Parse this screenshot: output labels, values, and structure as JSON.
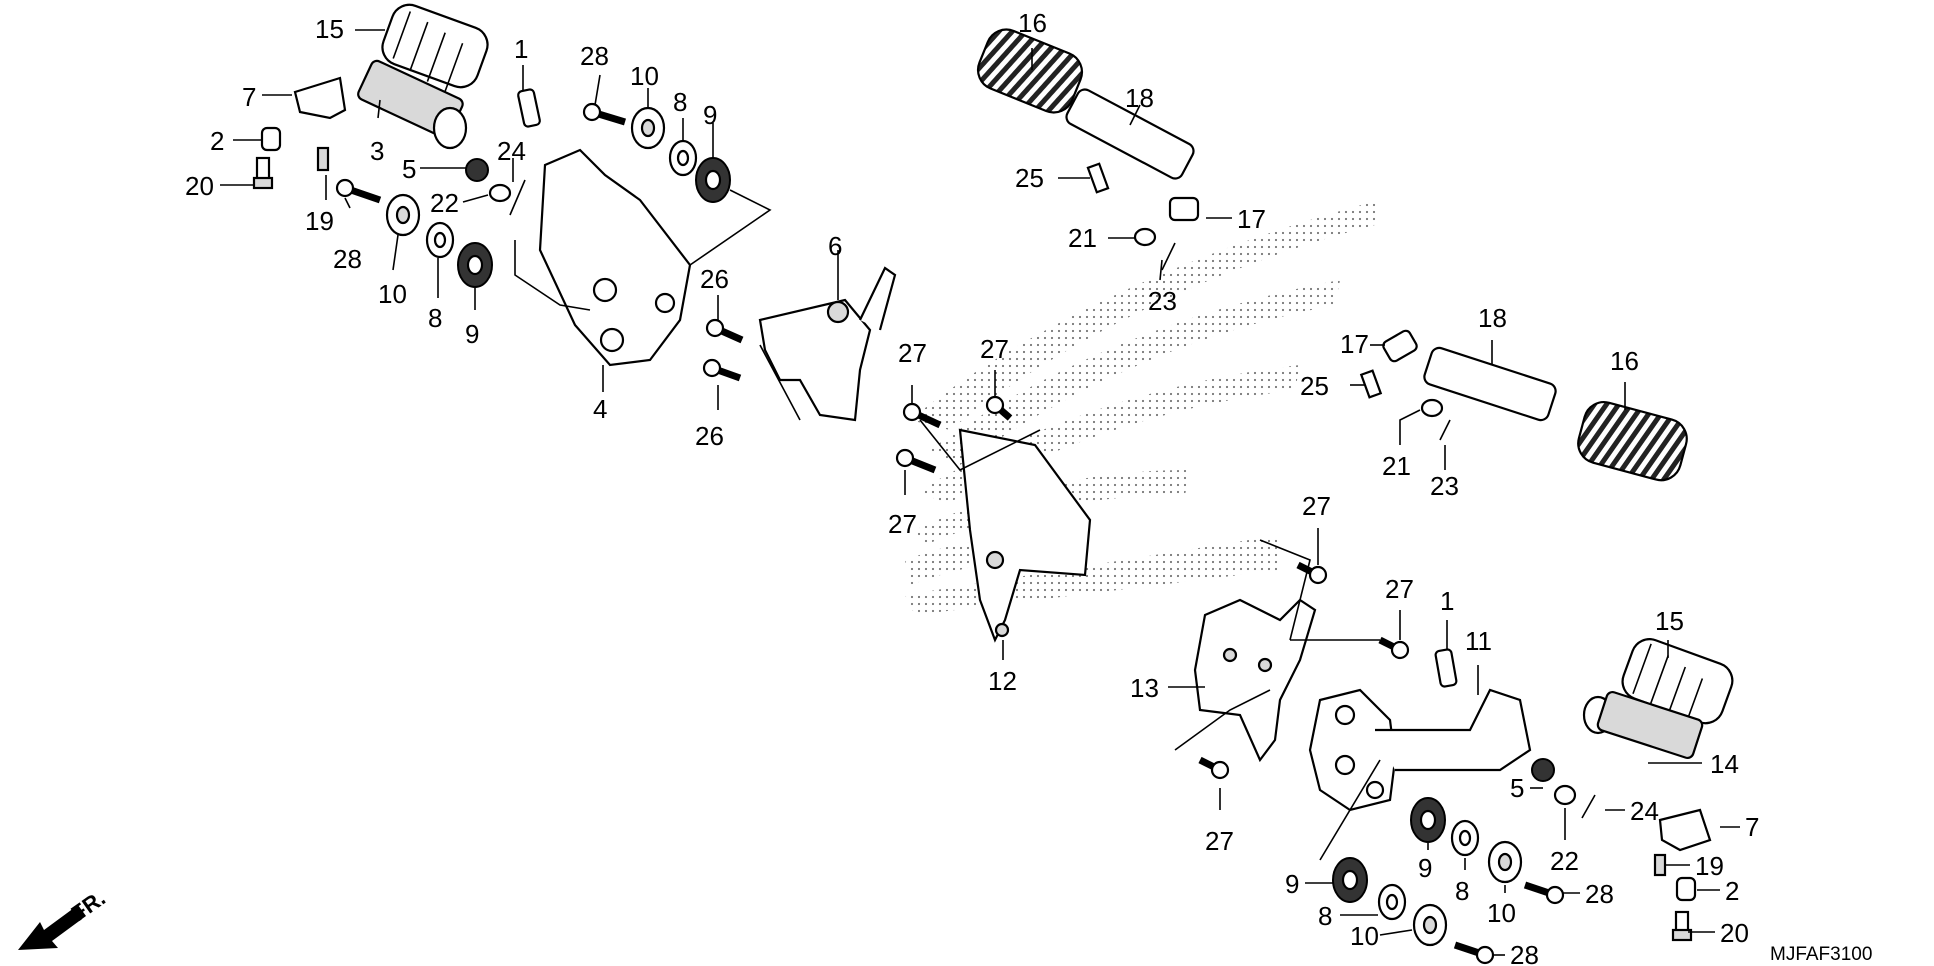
{
  "diagram": {
    "code": "MJFAF3100",
    "front_marker": "FR.",
    "callouts": [
      {
        "id": "c-15a",
        "label": "15"
      },
      {
        "id": "c-7a",
        "label": "7"
      },
      {
        "id": "c-2a",
        "label": "2"
      },
      {
        "id": "c-20a",
        "label": "20"
      },
      {
        "id": "c-1a",
        "label": "1"
      },
      {
        "id": "c-3",
        "label": "3"
      },
      {
        "id": "c-19a",
        "label": "19"
      },
      {
        "id": "c-28a",
        "label": "28"
      },
      {
        "id": "c-28b",
        "label": "28"
      },
      {
        "id": "c-10a",
        "label": "10"
      },
      {
        "id": "c-10b",
        "label": "10"
      },
      {
        "id": "c-8a",
        "label": "8"
      },
      {
        "id": "c-8b",
        "label": "8"
      },
      {
        "id": "c-9a",
        "label": "9"
      },
      {
        "id": "c-9b",
        "label": "9"
      },
      {
        "id": "c-5a",
        "label": "5"
      },
      {
        "id": "c-24a",
        "label": "24"
      },
      {
        "id": "c-22a",
        "label": "22"
      },
      {
        "id": "c-4",
        "label": "4"
      },
      {
        "id": "c-6",
        "label": "6"
      },
      {
        "id": "c-26a",
        "label": "26"
      },
      {
        "id": "c-26b",
        "label": "26"
      },
      {
        "id": "c-16a",
        "label": "16"
      },
      {
        "id": "c-18a",
        "label": "18"
      },
      {
        "id": "c-25a",
        "label": "25"
      },
      {
        "id": "c-17a",
        "label": "17"
      },
      {
        "id": "c-21a",
        "label": "21"
      },
      {
        "id": "c-23a",
        "label": "23"
      },
      {
        "id": "c-27a",
        "label": "27"
      },
      {
        "id": "c-27b",
        "label": "27"
      },
      {
        "id": "c-27c",
        "label": "27"
      },
      {
        "id": "c-12",
        "label": "12"
      },
      {
        "id": "c-17b",
        "label": "17"
      },
      {
        "id": "c-18b",
        "label": "18"
      },
      {
        "id": "c-16b",
        "label": "16"
      },
      {
        "id": "c-25b",
        "label": "25"
      },
      {
        "id": "c-21b",
        "label": "21"
      },
      {
        "id": "c-23b",
        "label": "23"
      },
      {
        "id": "c-27d",
        "label": "27"
      },
      {
        "id": "c-27e",
        "label": "27"
      },
      {
        "id": "c-1b",
        "label": "1"
      },
      {
        "id": "c-11",
        "label": "11"
      },
      {
        "id": "c-15b",
        "label": "15"
      },
      {
        "id": "c-13",
        "label": "13"
      },
      {
        "id": "c-14",
        "label": "14"
      },
      {
        "id": "c-5b",
        "label": "5"
      },
      {
        "id": "c-24b",
        "label": "24"
      },
      {
        "id": "c-7b",
        "label": "7"
      },
      {
        "id": "c-22b",
        "label": "22"
      },
      {
        "id": "c-27f",
        "label": "27"
      },
      {
        "id": "c-9c",
        "label": "9"
      },
      {
        "id": "c-8c",
        "label": "8"
      },
      {
        "id": "c-19b",
        "label": "19"
      },
      {
        "id": "c-2b",
        "label": "2"
      },
      {
        "id": "c-10c",
        "label": "10"
      },
      {
        "id": "c-28c",
        "label": "28"
      },
      {
        "id": "c-9d",
        "label": "9"
      },
      {
        "id": "c-8d",
        "label": "8"
      },
      {
        "id": "c-10d",
        "label": "10"
      },
      {
        "id": "c-28d",
        "label": "28"
      },
      {
        "id": "c-20b",
        "label": "20"
      }
    ]
  }
}
